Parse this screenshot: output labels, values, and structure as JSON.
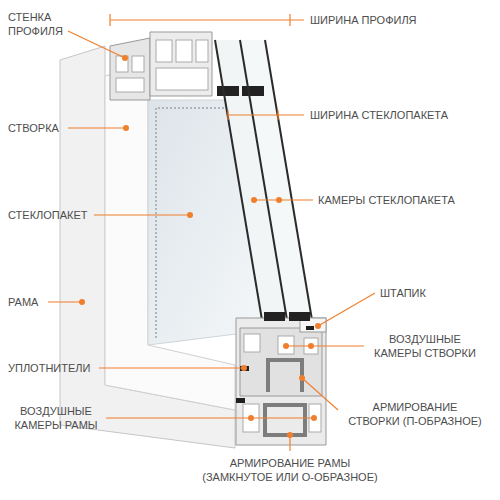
{
  "diagram": {
    "labels": [
      "СТЕНКА ПРОФИЛЯ",
      "ШИРИНА ПРОФИЛЯ",
      "СТВОРКА",
      "ШИРИНА СТЕКЛОПАКЕТА",
      "СТЕКЛОПАКЕТ",
      "КАМЕРЫ СТЕКЛОПАКЕТА",
      "РАМА",
      "ШТАПИК",
      "ВОЗДУШНЫЕ КАМЕРЫ СТВОРКИ",
      "УПЛОТНИТЕЛИ",
      "ВОЗДУШНЫЕ КАМЕРЫ РАМЫ",
      "АРМИРОВАНИЕ СТВОРКИ (П-ОБРАЗНОЕ)",
      "АРМИРОВАНИЕ РАМЫ (ЗАМКНУТОЕ ИЛИ О-ОБРАЗНОЕ)"
    ]
  }
}
